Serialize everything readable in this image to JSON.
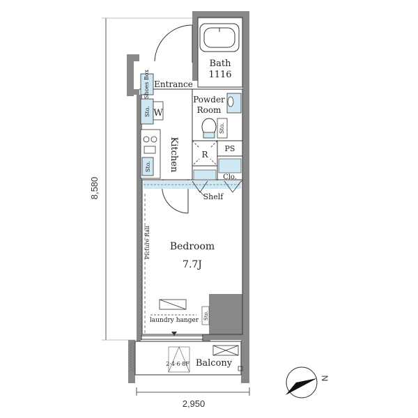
{
  "dimensions": {
    "height": "8,580",
    "width": "2,950"
  },
  "rooms": {
    "bath": "Bath",
    "bath_size": "1116",
    "entrance": "Entrance",
    "shoes_box": "Shoes Box",
    "powder_room_line1": "Powder",
    "powder_room_line2": "Room",
    "kitchen": "Kitchen",
    "washer": "W",
    "refrigerator": "R",
    "pipe_space": "PS",
    "closet": "Clo.",
    "shelf": "Shelf",
    "bedroom": "Bedroom",
    "bedroom_size": "7.7J",
    "picture_rail": "Picture Rail",
    "laundry_hanger": "laundry hanger",
    "balcony": "Balcony",
    "floors": "2·4·6·8F",
    "storage_1": "Sto.",
    "storage_2": "Sto.",
    "storage_3": "Sto.",
    "storage_4": "Sto."
  },
  "compass": {
    "north": "N"
  },
  "colors": {
    "wall": "#888888",
    "storage_fill": "#cfe8f3",
    "line": "#333333"
  }
}
